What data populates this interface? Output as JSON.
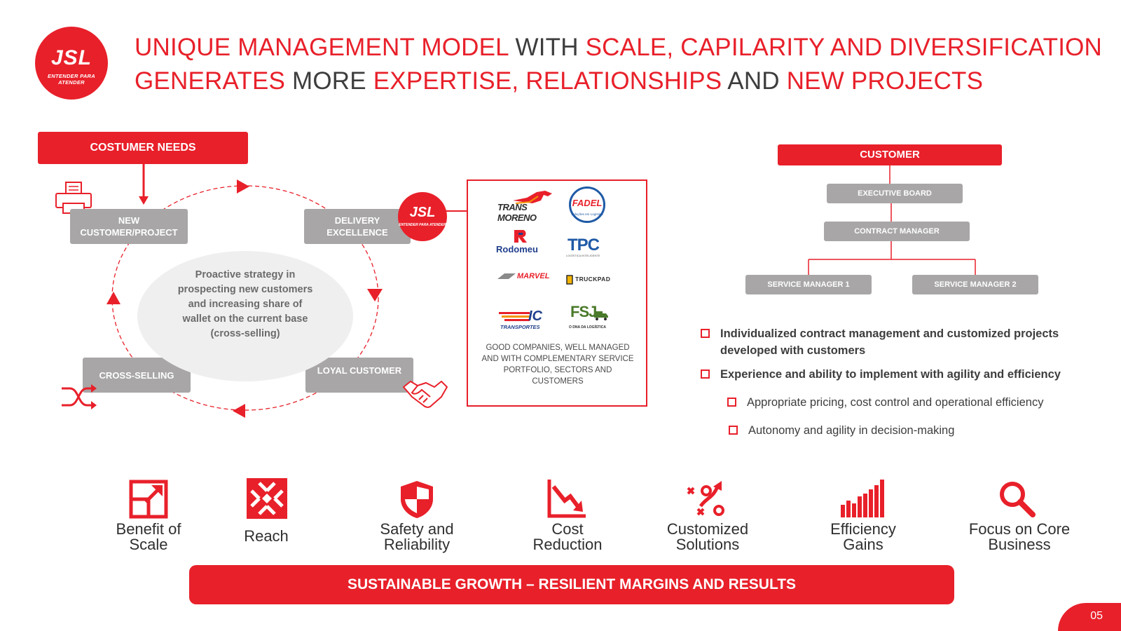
{
  "header": {
    "logo_text": "JSL",
    "logo_tagline": "ENTENDER PARA ATENDER",
    "title_parts": [
      {
        "text": "UNIQUE MANAGEMENT MODEL ",
        "tone": "red"
      },
      {
        "text": "WITH ",
        "tone": "dark"
      },
      {
        "text": "SCALE, CAPILARITY AND DIVERSIFICATION",
        "tone": "red"
      },
      {
        "text": "GENERATES ",
        "tone": "red"
      },
      {
        "text": "MORE ",
        "tone": "dark"
      },
      {
        "text": "EXPERTISE, RELATIONSHIPS ",
        "tone": "red"
      },
      {
        "text": "AND ",
        "tone": "dark"
      },
      {
        "text": "NEW PROJECTS",
        "tone": "red"
      }
    ]
  },
  "cycle": {
    "top_label": "COSTUMER NEEDS",
    "nodes": {
      "new_customer": "NEW CUSTOMER/PROJECT",
      "delivery": "DELIVERY EXCELLENCE",
      "loyal": "LOYAL CUSTOMER",
      "cross_selling": "CROSS-SELLING"
    },
    "center_text": "Proactive strategy in prospecting new customers and increasing share of wallet on the current base (cross-selling)",
    "badge_text": "JSL",
    "badge_tagline": "ENTENDER PARA ATENDER"
  },
  "portfolio": {
    "brands": {
      "transmoreno": "TRANS MORENO",
      "fadel": "FADEL",
      "fadel_tag": "Soluções em Logística",
      "rodomeu": "Rodomeu",
      "tpc": "TPC",
      "tpc_tag": "LOGÍSTICA INTELIGENTE",
      "marvel": "MARVEL",
      "truckpad": "TRUCKPAD",
      "ic": "IC",
      "ic_tag": "TRANSPORTES",
      "fsj": "FSJ",
      "fsj_tag": "O DNA DA LOGÍSTICA"
    },
    "caption": "GOOD COMPANIES, WELL MANAGED AND WITH COMPLEMENTARY SERVICE PORTFOLIO, SECTORS AND CUSTOMERS"
  },
  "org": {
    "customer": "CUSTOMER",
    "executive_board": "EXECUTIVE BOARD",
    "contract_manager": "CONTRACT MANAGER",
    "service_manager_1": "SERVICE MANAGER 1",
    "service_manager_2": "SERVICE MANAGER 2"
  },
  "bullets": [
    "Individualized contract management and customized projects developed with customers",
    "Experience and ability to implement with agility and efficiency",
    "Appropriate pricing, cost control and operational efficiency",
    "Autonomy and agility in decision-making"
  ],
  "benefits": [
    {
      "label_1": "Benefit of",
      "label_2": "Scale",
      "icon": "scale-up-icon"
    },
    {
      "label_1": "Reach",
      "label_2": "",
      "icon": "expand-arrows-icon"
    },
    {
      "label_1": "Safety and",
      "label_2": "Reliability",
      "icon": "shield-icon"
    },
    {
      "label_1": "Cost",
      "label_2": "Reduction",
      "icon": "trend-down-icon"
    },
    {
      "label_1": "Customized",
      "label_2": "Solutions",
      "icon": "strategy-icon"
    },
    {
      "label_1": "Efficiency",
      "label_2": "Gains",
      "icon": "bar-growth-icon"
    },
    {
      "label_1": "Focus on Core",
      "label_2": "Business",
      "icon": "magnifier-icon"
    }
  ],
  "banner": "SUSTAINABLE GROWTH – RESILIENT MARGINS AND RESULTS",
  "page_number": "05",
  "colors": {
    "accent": "#e8202a",
    "gray_box": "#a8a6a6",
    "ellipse": "#efefef"
  }
}
